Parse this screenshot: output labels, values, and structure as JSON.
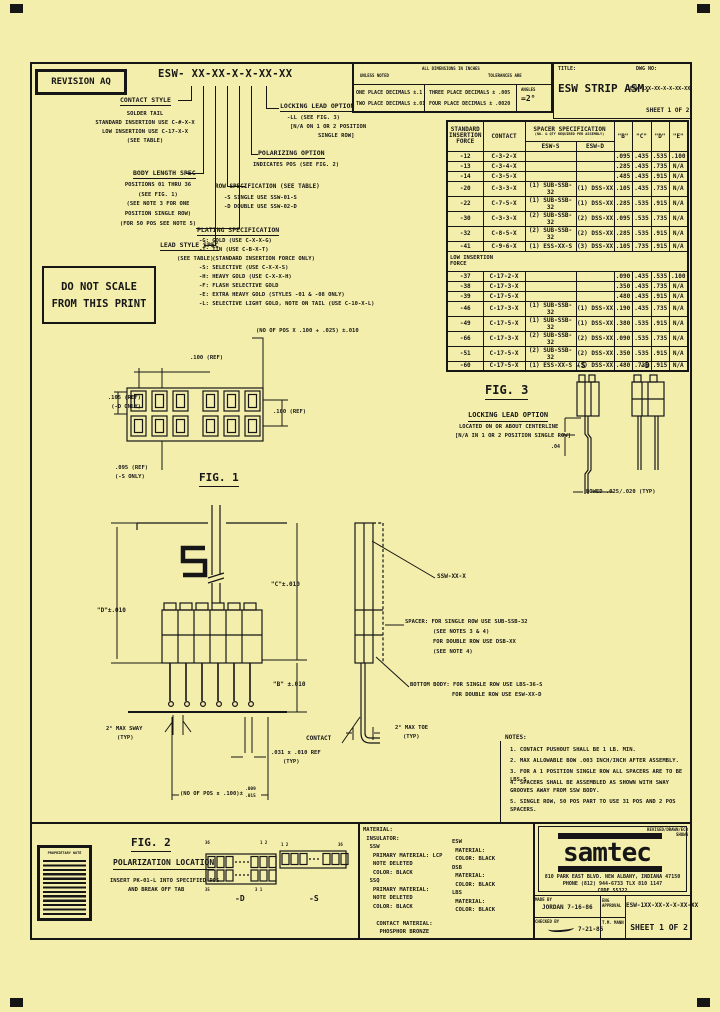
{
  "sheet": {
    "revision": "REVISION AQ",
    "part_number": "ESW- XX-XX-X-X-XX-XX",
    "do_not_scale": "DO NOT SCALE\nFROM THIS PRINT"
  },
  "callouts": {
    "contact_style": {
      "title": "CONTACT STYLE",
      "body": "SOLDER TAIL\nSTANDARD INSERTION USE C-#-X-X\nLOW INSERTION USE C-17-X-X\n(SEE TABLE)"
    },
    "locking_lead": {
      "title": "LOCKING LEAD OPTION",
      "l1": "-LL (SEE FIG. 3)",
      "l2": "[N/A ON 1 OR 2 POSITION",
      "l3": "SINGLE ROW]"
    },
    "polarizing": {
      "title": "POLARIZING OPTION",
      "l1": "INDICATES POS (SEE FIG. 2)"
    },
    "row_spec": {
      "title": "ROW SPECIFICATION  (SEE TABLE)",
      "l1": "-S SINGLE USE SSW-01-S",
      "l2": "-D DOUBLE USE SSW-02-D"
    },
    "body_length": {
      "title": "BODY LENGTH SPEC",
      "body": "POSITIONS 01 THRU 36\n(SEE FIG. 1)\n(SEE NOTE 3 FOR ONE\nPOSITION SINGLE ROW)\n(FOR 50 POS SEE NOTE 5)"
    },
    "lead_style": {
      "title": "LEAD STYLE SPEC",
      "l1": "(SEE TABLE)"
    },
    "plating": {
      "title": "PLATING SPECIFICATION",
      "lines": [
        "-G: GOLD (USE C-X-X-G)",
        "-T: TIN (USE C-B-X-T)",
        "    (STANDARD INSERTION FORCE ONLY)",
        "-S: SELECTIVE (USE C-X-X-S)",
        "-H: HEAVY GOLD (USE C-X-X-H)",
        "-F: FLASH SELECTIVE GOLD",
        "-E: EXTRA HEAVY GOLD (STYLES -01 & -08 ONLY)",
        "-L: SELECTIVE LIGHT GOLD, NOTE ON TAIL (USE C-10-X-L)"
      ]
    }
  },
  "tolerances": {
    "top_left": "UNLESS NOTED",
    "top_center": "ALL DIMENSIONS IN INCHES",
    "top_right": "TOLERANCES ARE",
    "one": "ONE PLACE DECIMALS ±.1",
    "two": "TWO PLACE DECIMALS ±.01",
    "three": "THREE PLACE DECIMALS ± .005",
    "four": "FOUR PLACE DECIMALS ± .0020",
    "angles_label": "ANGLES",
    "angles_value": "=2°"
  },
  "title_block": {
    "title_label": "TITLE:",
    "title": "ESW STRIP ASM.",
    "dwg_label": "DWG NO:",
    "dwg_no": "ESW-1XX-XX-X-X-XX-XX",
    "sheet": "SHEET 1 OF 2"
  },
  "spacer_table": {
    "h_force": "STANDARD\nINSERTION\nFORCE",
    "h_contact": "CONTACT",
    "h_spacer": "SPACER SPECIFICATION",
    "h_spacer_sub": "(NO. & QTY REQUIRED PER ASSEMBLY)",
    "h_s": "ESW-S",
    "h_d": "ESW-D",
    "h_b": "\"B\"",
    "h_c": "\"C\"",
    "h_dd": "\"D\"",
    "h_e": "\"E\"",
    "low_band": "LOW INSERTION\nFORCE",
    "standard_rows": [
      {
        "f": "-12",
        "c": "C-3-2-X",
        "s": "",
        "d2": "",
        "B": ".095",
        "C": ".435",
        "D": ".535",
        "E": ".100"
      },
      {
        "f": "-13",
        "c": "C-3-4-X",
        "s": "",
        "d2": "",
        "B": ".285",
        "C": ".435",
        "D": ".735",
        "E": "N/A"
      },
      {
        "f": "-14",
        "c": "C-3-5-X",
        "s": "",
        "d2": "",
        "B": ".485",
        "C": ".435",
        "D": ".915",
        "E": "N/A"
      },
      {
        "f": "-20",
        "c": "C-3-3-X",
        "s": "(1) SUB-SSB-32",
        "d2": "(1) DSS-XX",
        "B": ".105",
        "C": ".435",
        "D": ".735",
        "E": "N/A"
      },
      {
        "f": "-22",
        "c": "C-7-5-X",
        "s": "(1) SUB-SSB-32",
        "d2": "(1) DSS-XX",
        "B": ".285",
        "C": ".535",
        "D": ".915",
        "E": "N/A"
      },
      {
        "f": "-30",
        "c": "C-3-3-X",
        "s": "(2) SUB-SSB-32",
        "d2": "(2) DSS-XX",
        "B": ".095",
        "C": ".535",
        "D": ".735",
        "E": "N/A"
      },
      {
        "f": "-32",
        "c": "C-8-5-X",
        "s": "(2) SUB-SSB-32",
        "d2": "(2) DSS-XX",
        "B": ".285",
        "C": ".535",
        "D": ".915",
        "E": "N/A"
      },
      {
        "f": "-41",
        "c": "C-9-6-X",
        "s": "(1) ESS-XX-S",
        "d2": "(3) DSS-XX",
        "B": ".105",
        "C": ".735",
        "D": ".915",
        "E": "N/A"
      }
    ],
    "low_rows": [
      {
        "f": "-37",
        "c": "C-17-2-X",
        "s": "",
        "d2": "",
        "B": ".090",
        "C": ".435",
        "D": ".535",
        "E": ".100"
      },
      {
        "f": "-38",
        "c": "C-17-3-X",
        "s": "",
        "d2": "",
        "B": ".350",
        "C": ".435",
        "D": ".735",
        "E": "N/A"
      },
      {
        "f": "-39",
        "c": "C-17-5-X",
        "s": "",
        "d2": "",
        "B": ".480",
        "C": ".435",
        "D": ".915",
        "E": "N/A"
      },
      {
        "f": "-46",
        "c": "C-17-3-X",
        "s": "(1) SUB-SSB-32",
        "d2": "(1) DSS-XX",
        "B": ".190",
        "C": ".435",
        "D": ".735",
        "E": "N/A"
      },
      {
        "f": "-49",
        "c": "C-17-5-X",
        "s": "(1) SUB-SSB-32",
        "d2": "(1) DSS-XX",
        "B": ".380",
        "C": ".535",
        "D": ".915",
        "E": "N/A"
      },
      {
        "f": "-66",
        "c": "C-17-3-X",
        "s": "(2) SUB-SSB-32",
        "d2": "(2) DSS-XX",
        "B": ".090",
        "C": ".535",
        "D": ".735",
        "E": "N/A"
      },
      {
        "f": "-51",
        "c": "C-17-5-X",
        "s": "(2) SUB-SSB-32",
        "d2": "(2) DSS-XX",
        "B": ".350",
        "C": ".535",
        "D": ".915",
        "E": "N/A"
      },
      {
        "f": "-60",
        "c": "C-17-5-X",
        "s": "(1) ESS-XX-S",
        "d2": "(3) DSS-XX",
        "B": ".480",
        "C": ".735",
        "D": ".915",
        "E": "N/A"
      }
    ]
  },
  "fig1": {
    "label": "FIG. 1",
    "dim_pitch": ".100 (REF)",
    "dim_overall": "(NO OF POS X .100 + .025) ±.010",
    "dim_left1": ".105 (REF)",
    "dim_left2": "(-D ONLY)",
    "dim_right": ".100 (REF)",
    "dim_bot1": ".095 (REF)",
    "dim_bot2": "(-S ONLY)"
  },
  "fig3": {
    "label": "FIG. 3",
    "title": "LOCKING LEAD OPTION",
    "sub1": "LOCATED ON OR ABOUT CENTERLINE",
    "sub2": "[N/A IN 1 OR 2 POSITION SINGLE ROW]",
    "s_label": "-S",
    "d_label": "-D",
    "dim_offset": ".04",
    "dim_bow": "BOWED .025/.020 (TYP)"
  },
  "fig2": {
    "dim_c": "\"C\"±.010",
    "dim_d": "\"D\"±.010",
    "dim_b": "\"B\" ±.010",
    "sway1": "2° MAX SWAY",
    "sway2": "(TYP)",
    "toe1": "2° MAX TOE",
    "toe2": "(TYP)",
    "contact": "CONTACT",
    "tail1": ".031 x .010 REF",
    "tail2": "(TYP)",
    "row_dim": "(NO OF POS x .100)±",
    "tol_hi": ".009",
    "tol_lo": ".015"
  },
  "detail": {
    "ssw": "SSW-XX-X",
    "sp1": "SPACER: FOR SINGLE ROW USE SUB-SSB-32",
    "sp2": "(SEE NOTES 3 & 4)",
    "sp3": "FOR DOUBLE ROW USE DSB-XX",
    "sp4": "(SEE NOTE 4)",
    "bb1": "BOTTOM BODY: FOR SINGLE ROW USE LBS-36-S",
    "bb2": "FOR DOUBLE ROW USE ESW-XX-D"
  },
  "notes": {
    "title": "NOTES:",
    "items": [
      "1. CONTACT PUSHOUT SHALL BE 1 LB. MIN.",
      "2. MAX ALLOWABLE BOW .003 INCH/INCH AFTER ASSEMBLY.",
      "3. FOR A 1 POSITION SINGLE ROW ALL SPACERS ARE TO BE LBS-S.",
      "4. SPACERS SHALL BE ASSEMBLED AS SHOWN WITH SWAY GROOVES AWAY FROM SSW BODY.",
      "5. SINGLE ROW, 50 POS PART TO USE 31 POS AND 2 POS SPACERS."
    ]
  },
  "polar": {
    "fig": "FIG. 2",
    "title": "POLARIZATION LOCATION",
    "l1": "INSERT PK-01-L INTO SPECIFIED POS",
    "l2": "AND BREAK OFF TAB",
    "d_label": "-D",
    "s_label": "-S",
    "d_tl": "36",
    "d_tr": "1 2",
    "d_bl": "35",
    "d_br": "3 1",
    "s_l": "1 2",
    "s_r": "36"
  },
  "proprietary": {
    "title": "PROPRIETARY NOTE"
  },
  "materials": {
    "left": "MATERIAL:\n INSULATOR:\n  SSW\n   PRIMARY MATERIAL: LCP\n   NOTE DELETED\n   COLOR: BLACK\n  SSQ\n   PRIMARY MATERIAL:\n   NOTE DELETED\n   COLOR: BLACK\n\n    CONTACT MATERIAL:\n     PHOSPHOR BRONZE",
    "right": "ESW\n MATERIAL:\n COLOR: BLACK\nDSB\n MATERIAL:\n COLOR: BLACK\nLBS\n MATERIAL:\n COLOR: BLACK"
  },
  "samtec": {
    "logo": "samtec",
    "eco1": "REVISED/DRAWN/ECO",
    "eco2": "SHOWN",
    "addr1": "810 PARK EAST BLVD.  NEW ALBANY, INDIANA 47150",
    "addr2": "PHONE (812) 944-6733   TLX 810 1147",
    "code": "CODE 55322",
    "made_label": "MADE BY",
    "made": "JORDAN 7-16-86",
    "checked_label": "CHECKED BY",
    "checked_date": "7-21-86",
    "appr_label": "ENG APPROVAL",
    "appr": "T.M. MANN",
    "dwg_no": "ESW-1XX-XX-X-X-XX-XX",
    "sheet": "SHEET 1 OF 2"
  }
}
